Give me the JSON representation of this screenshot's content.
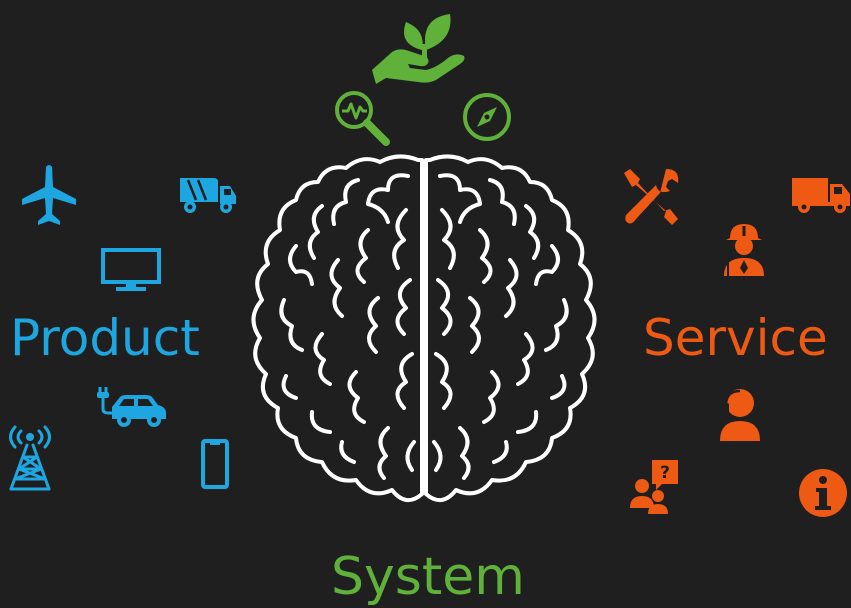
{
  "labels": {
    "product": "Product",
    "service": "Service",
    "system": "System"
  },
  "colors": {
    "background": "#1f1f1f",
    "product": "#1ea6e0",
    "service": "#ee5a14",
    "system": "#5fb13a",
    "brain": "#ffffff"
  },
  "icons": {
    "product": [
      "airplane-icon",
      "cement-truck-icon",
      "television-icon",
      "electric-car-icon",
      "radio-tower-icon",
      "smartphone-icon"
    ],
    "system": [
      "plant-in-hand-icon",
      "monitoring-magnifier-icon",
      "compass-icon"
    ],
    "service": [
      "tools-icon",
      "delivery-truck-icon",
      "engineer-icon",
      "support-agent-icon",
      "help-discussion-icon",
      "info-icon"
    ],
    "center": "brain-icon"
  }
}
